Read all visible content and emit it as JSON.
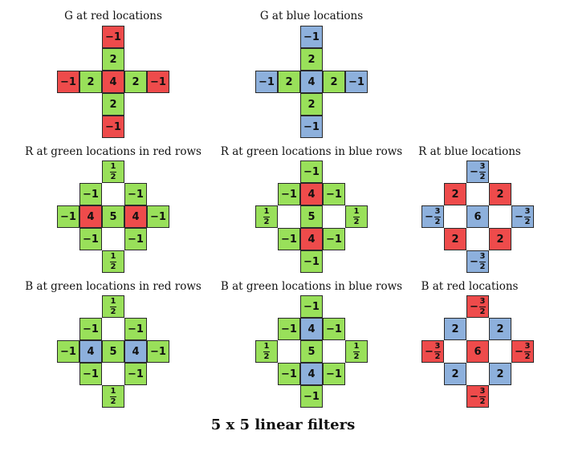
{
  "colors": {
    "red": "#ee4b4b",
    "green": "#99e05a",
    "blue": "#8db0dc"
  },
  "caption": "5 x 5 linear filters",
  "panels": [
    {
      "title": "G at red locations",
      "cells": [
        {
          "r": 0,
          "c": 2,
          "text": "−1",
          "color": "red"
        },
        {
          "r": 1,
          "c": 2,
          "text": "2",
          "color": "green"
        },
        {
          "r": 2,
          "c": 0,
          "text": "−1",
          "color": "red"
        },
        {
          "r": 2,
          "c": 1,
          "text": "2",
          "color": "green"
        },
        {
          "r": 2,
          "c": 2,
          "text": "4",
          "color": "red"
        },
        {
          "r": 2,
          "c": 3,
          "text": "2",
          "color": "green"
        },
        {
          "r": 2,
          "c": 4,
          "text": "−1",
          "color": "red"
        },
        {
          "r": 3,
          "c": 2,
          "text": "2",
          "color": "green"
        },
        {
          "r": 4,
          "c": 2,
          "text": "−1",
          "color": "red"
        }
      ]
    },
    {
      "title": "G at blue locations",
      "cells": [
        {
          "r": 0,
          "c": 2,
          "text": "−1",
          "color": "blue"
        },
        {
          "r": 1,
          "c": 2,
          "text": "2",
          "color": "green"
        },
        {
          "r": 2,
          "c": 0,
          "text": "−1",
          "color": "blue"
        },
        {
          "r": 2,
          "c": 1,
          "text": "2",
          "color": "green"
        },
        {
          "r": 2,
          "c": 2,
          "text": "4",
          "color": "blue"
        },
        {
          "r": 2,
          "c": 3,
          "text": "2",
          "color": "green"
        },
        {
          "r": 2,
          "c": 4,
          "text": "−1",
          "color": "blue"
        },
        {
          "r": 3,
          "c": 2,
          "text": "2",
          "color": "green"
        },
        {
          "r": 4,
          "c": 2,
          "text": "−1",
          "color": "blue"
        }
      ]
    },
    {
      "title": "R at green locations in red rows",
      "cells": [
        {
          "r": 0,
          "c": 2,
          "frac": {
            "num": "1",
            "den": "2"
          },
          "color": "green"
        },
        {
          "r": 1,
          "c": 1,
          "text": "−1",
          "color": "green"
        },
        {
          "r": 1,
          "c": 3,
          "text": "−1",
          "color": "green"
        },
        {
          "r": 2,
          "c": 0,
          "text": "−1",
          "color": "green"
        },
        {
          "r": 2,
          "c": 1,
          "text": "4",
          "color": "red"
        },
        {
          "r": 2,
          "c": 2,
          "text": "5",
          "color": "green"
        },
        {
          "r": 2,
          "c": 3,
          "text": "4",
          "color": "red"
        },
        {
          "r": 2,
          "c": 4,
          "text": "−1",
          "color": "green"
        },
        {
          "r": 3,
          "c": 1,
          "text": "−1",
          "color": "green"
        },
        {
          "r": 3,
          "c": 3,
          "text": "−1",
          "color": "green"
        },
        {
          "r": 4,
          "c": 2,
          "frac": {
            "num": "1",
            "den": "2"
          },
          "color": "green"
        }
      ]
    },
    {
      "title": "R at green locations in blue rows",
      "cells": [
        {
          "r": 0,
          "c": 2,
          "text": "−1",
          "color": "green"
        },
        {
          "r": 1,
          "c": 1,
          "text": "−1",
          "color": "green"
        },
        {
          "r": 1,
          "c": 2,
          "text": "4",
          "color": "red"
        },
        {
          "r": 1,
          "c": 3,
          "text": "−1",
          "color": "green"
        },
        {
          "r": 2,
          "c": 0,
          "frac": {
            "num": "1",
            "den": "2"
          },
          "color": "green"
        },
        {
          "r": 2,
          "c": 2,
          "text": "5",
          "color": "green"
        },
        {
          "r": 2,
          "c": 4,
          "frac": {
            "num": "1",
            "den": "2"
          },
          "color": "green"
        },
        {
          "r": 3,
          "c": 1,
          "text": "−1",
          "color": "green"
        },
        {
          "r": 3,
          "c": 2,
          "text": "4",
          "color": "red"
        },
        {
          "r": 3,
          "c": 3,
          "text": "−1",
          "color": "green"
        },
        {
          "r": 4,
          "c": 2,
          "text": "−1",
          "color": "green"
        }
      ]
    },
    {
      "title": "R at blue locations",
      "cells": [
        {
          "r": 0,
          "c": 2,
          "frac": {
            "sign": "−",
            "num": "3",
            "den": "2"
          },
          "color": "blue"
        },
        {
          "r": 1,
          "c": 1,
          "text": "2",
          "color": "red"
        },
        {
          "r": 1,
          "c": 3,
          "text": "2",
          "color": "red"
        },
        {
          "r": 2,
          "c": 0,
          "frac": {
            "sign": "−",
            "num": "3",
            "den": "2"
          },
          "color": "blue"
        },
        {
          "r": 2,
          "c": 2,
          "text": "6",
          "color": "blue"
        },
        {
          "r": 2,
          "c": 4,
          "frac": {
            "sign": "−",
            "num": "3",
            "den": "2"
          },
          "color": "blue"
        },
        {
          "r": 3,
          "c": 1,
          "text": "2",
          "color": "red"
        },
        {
          "r": 3,
          "c": 3,
          "text": "2",
          "color": "red"
        },
        {
          "r": 4,
          "c": 2,
          "frac": {
            "sign": "−",
            "num": "3",
            "den": "2"
          },
          "color": "blue"
        }
      ]
    },
    {
      "title": "B at green locations in red rows",
      "cells": [
        {
          "r": 0,
          "c": 2,
          "frac": {
            "num": "1",
            "den": "2"
          },
          "color": "green"
        },
        {
          "r": 1,
          "c": 1,
          "text": "−1",
          "color": "green"
        },
        {
          "r": 1,
          "c": 3,
          "text": "−1",
          "color": "green"
        },
        {
          "r": 2,
          "c": 0,
          "text": "−1",
          "color": "green"
        },
        {
          "r": 2,
          "c": 1,
          "text": "4",
          "color": "blue"
        },
        {
          "r": 2,
          "c": 2,
          "text": "5",
          "color": "green"
        },
        {
          "r": 2,
          "c": 3,
          "text": "4",
          "color": "blue"
        },
        {
          "r": 2,
          "c": 4,
          "text": "−1",
          "color": "green"
        },
        {
          "r": 3,
          "c": 1,
          "text": "−1",
          "color": "green"
        },
        {
          "r": 3,
          "c": 3,
          "text": "−1",
          "color": "green"
        },
        {
          "r": 4,
          "c": 2,
          "frac": {
            "num": "1",
            "den": "2"
          },
          "color": "green"
        }
      ]
    },
    {
      "title": "B at green locations in blue rows",
      "cells": [
        {
          "r": 0,
          "c": 2,
          "text": "−1",
          "color": "green"
        },
        {
          "r": 1,
          "c": 1,
          "text": "−1",
          "color": "green"
        },
        {
          "r": 1,
          "c": 2,
          "text": "4",
          "color": "blue"
        },
        {
          "r": 1,
          "c": 3,
          "text": "−1",
          "color": "green"
        },
        {
          "r": 2,
          "c": 0,
          "frac": {
            "num": "1",
            "den": "2"
          },
          "color": "green"
        },
        {
          "r": 2,
          "c": 2,
          "text": "5",
          "color": "green"
        },
        {
          "r": 2,
          "c": 4,
          "frac": {
            "num": "1",
            "den": "2"
          },
          "color": "green"
        },
        {
          "r": 3,
          "c": 1,
          "text": "−1",
          "color": "green"
        },
        {
          "r": 3,
          "c": 2,
          "text": "4",
          "color": "blue"
        },
        {
          "r": 3,
          "c": 3,
          "text": "−1",
          "color": "green"
        },
        {
          "r": 4,
          "c": 2,
          "text": "−1",
          "color": "green"
        }
      ]
    },
    {
      "title": "B at red locations",
      "cells": [
        {
          "r": 0,
          "c": 2,
          "frac": {
            "sign": "−",
            "num": "3",
            "den": "2"
          },
          "color": "red"
        },
        {
          "r": 1,
          "c": 1,
          "text": "2",
          "color": "blue"
        },
        {
          "r": 1,
          "c": 3,
          "text": "2",
          "color": "blue"
        },
        {
          "r": 2,
          "c": 0,
          "frac": {
            "sign": "−",
            "num": "3",
            "den": "2"
          },
          "color": "red"
        },
        {
          "r": 2,
          "c": 2,
          "text": "6",
          "color": "red"
        },
        {
          "r": 2,
          "c": 4,
          "frac": {
            "sign": "−",
            "num": "3",
            "den": "2"
          },
          "color": "red"
        },
        {
          "r": 3,
          "c": 1,
          "text": "2",
          "color": "blue"
        },
        {
          "r": 3,
          "c": 3,
          "text": "2",
          "color": "blue"
        },
        {
          "r": 4,
          "c": 2,
          "frac": {
            "sign": "−",
            "num": "3",
            "den": "2"
          },
          "color": "red"
        }
      ]
    }
  ]
}
